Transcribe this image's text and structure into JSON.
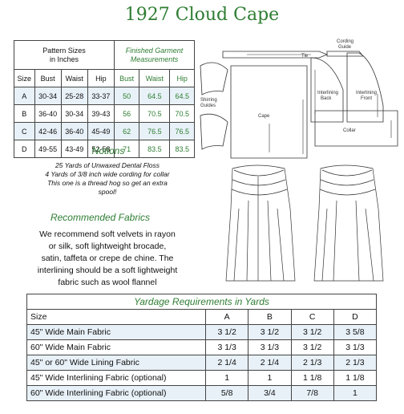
{
  "title": "1927 Cloud Cape",
  "sizes_table": {
    "header_pattern": [
      "Pattern Sizes",
      "in Inches"
    ],
    "header_finished": [
      "Finished Garment",
      "Measurements"
    ],
    "cols": [
      "Size",
      "Bust",
      "Waist",
      "Hip",
      "Bust",
      "Waist",
      "Hip"
    ],
    "rows": [
      [
        "A",
        "30-34",
        "25-28",
        "33-37",
        "50",
        "64.5",
        "64.5"
      ],
      [
        "B",
        "36-40",
        "30-34",
        "39-43",
        "56",
        "70.5",
        "70.5"
      ],
      [
        "C",
        "42-46",
        "36-40",
        "45-49",
        "62",
        "76.5",
        "76.5"
      ],
      [
        "D",
        "49-55",
        "43-49",
        "52-58",
        "71",
        "83.5",
        "83.5"
      ]
    ]
  },
  "notions": {
    "heading": "Notions",
    "lines": [
      "25 Yards of Unwaxed Dental Floss",
      "4 Yards of 3/8 inch wide cording for collar",
      "This one is a thread hog so get an extra",
      "spool!"
    ]
  },
  "fabrics": {
    "heading": "Recommended Fabrics",
    "lines": [
      "We recommend soft velvets in rayon",
      "or silk, soft lightweight brocade,",
      "satin, taffeta or crepe de chine.  The",
      "interlining should be a soft lightweight",
      "fabric such as wool flannel"
    ]
  },
  "pieces": {
    "tie": "Tie",
    "cording_guide": [
      "Cording",
      "Guide"
    ],
    "shirring_guides": [
      "Shirring",
      "Guides"
    ],
    "interlining_back": [
      "Interlining",
      "Back"
    ],
    "interlining_front": [
      "Interlining",
      "Front"
    ],
    "cape": "Cape",
    "collar": "Collar"
  },
  "yardage": {
    "caption": "Yardage Requirements in Yards",
    "header": [
      "Size",
      "A",
      "B",
      "C",
      "D"
    ],
    "rows": [
      [
        "45\"  Wide Main Fabric",
        "3  1/2",
        "3  1/2",
        "3  1/2",
        "3  5/8"
      ],
      [
        "60\"  Wide Main Fabric",
        "3  1/3",
        "3  1/3",
        "3  1/2",
        "3  1/3"
      ],
      [
        "45\" or 60\" Wide Lining Fabric",
        "2  1/4",
        "2  1/4",
        "2  1/3",
        "2  1/3"
      ],
      [
        "45\" Wide Interlining Fabric (optional)",
        "1",
        "1",
        "1  1/8",
        "1  1/8"
      ],
      [
        "60\"  Wide Interlining Fabric (optional)",
        "5/8",
        "3/4",
        "7/8",
        "1"
      ]
    ]
  }
}
